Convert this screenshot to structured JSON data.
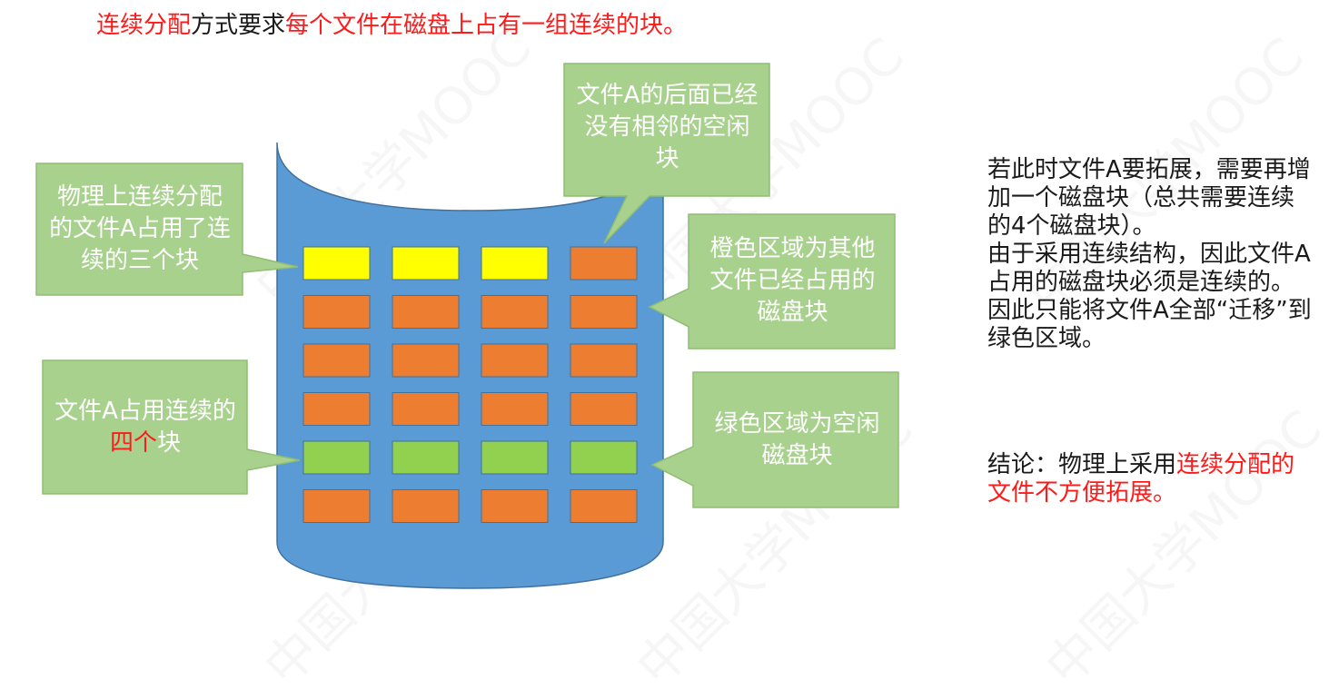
{
  "title": {
    "part1": "连续分配",
    "part2": "方式要求",
    "part3": "每个文件在磁盘上占有一组连续的块。"
  },
  "callouts": {
    "left_top": "物理上连续分配的文件A占用了连续的三个块",
    "left_bottom_prefix": "文件A占用连续的",
    "left_bottom_highlight": "四个",
    "left_bottom_suffix": "块",
    "top_right": "文件A的后面已经没有相邻的空闲块",
    "right_middle": "橙色区域为其他文件已经占用的磁盘块",
    "right_bottom": "绿色区域为空闲磁盘块"
  },
  "side": {
    "para1": "若此时文件A要拓展，需要再增加一个磁盘块（总共需要连续的4个磁盘块）。",
    "para2": "由于采用连续结构，因此文件A占用的磁盘块必须是连续的。",
    "para3": "因此只能将文件A全部“迁移”到绿色区域。",
    "conclusion_prefix": "结论：物理上采用",
    "conclusion_highlight": "连续分配的文件不方便拓展。"
  },
  "watermark": "中国大学MOOC",
  "disk_grid": [
    [
      "file-a",
      "file-a",
      "file-a",
      "used"
    ],
    [
      "used",
      "used",
      "used",
      "used"
    ],
    [
      "used",
      "used",
      "used",
      "used"
    ],
    [
      "used",
      "used",
      "used",
      "used"
    ],
    [
      "free",
      "free",
      "free",
      "free"
    ],
    [
      "used",
      "used",
      "used",
      "used"
    ]
  ],
  "colors": {
    "file-a": "#ffff00",
    "used": "#ed7d31",
    "free": "#92d050",
    "disk": "#5b9bd5",
    "callout": "#a9d18e",
    "highlight": "#ff1a1a"
  }
}
